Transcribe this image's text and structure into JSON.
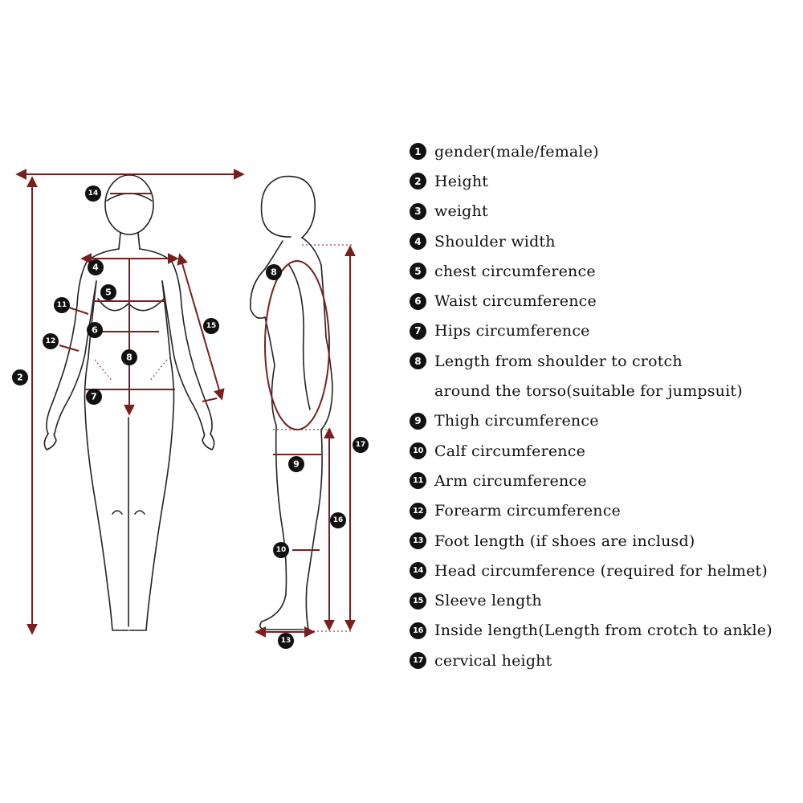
{
  "colors": {
    "measure_line": "#7a1f1f",
    "outline": "#222222",
    "badge_bg": "#111111",
    "badge_text": "#ffffff"
  },
  "figure_markers": {
    "m2": "2",
    "m4": "4",
    "m5": "5",
    "m6": "6",
    "m7": "7",
    "m8_front": "8",
    "m8_side": "8",
    "m9": "9",
    "m10": "10",
    "m11": "11",
    "m12": "12",
    "m13": "13",
    "m14": "14",
    "m15": "15",
    "m16": "16",
    "m17": "17"
  },
  "legend": [
    {
      "num": "1",
      "text": "gender(male/female)"
    },
    {
      "num": "2",
      "text": "Height"
    },
    {
      "num": "3",
      "text": "weight"
    },
    {
      "num": "4",
      "text": "Shoulder width"
    },
    {
      "num": "5",
      "text": "chest circumference"
    },
    {
      "num": "6",
      "text": "Waist circumference"
    },
    {
      "num": "7",
      "text": "Hips circumference"
    },
    {
      "num": "8",
      "text": "Length from shoulder to crotch"
    },
    {
      "num": "",
      "text": "around the torso(suitable for jumpsuit)"
    },
    {
      "num": "9",
      "text": "Thigh circumference"
    },
    {
      "num": "10",
      "text": "Calf circumference"
    },
    {
      "num": "11",
      "text": "Arm circumference"
    },
    {
      "num": "12",
      "text": "Forearm circumference"
    },
    {
      "num": "13",
      "text": "Foot length (if shoes are inclusd)"
    },
    {
      "num": "14",
      "text": "Head circumference (required for helmet)"
    },
    {
      "num": "15",
      "text": "Sleeve length"
    },
    {
      "num": "16",
      "text": "Inside length(Length from crotch to ankle)"
    },
    {
      "num": "17",
      "text": "cervical height"
    }
  ]
}
